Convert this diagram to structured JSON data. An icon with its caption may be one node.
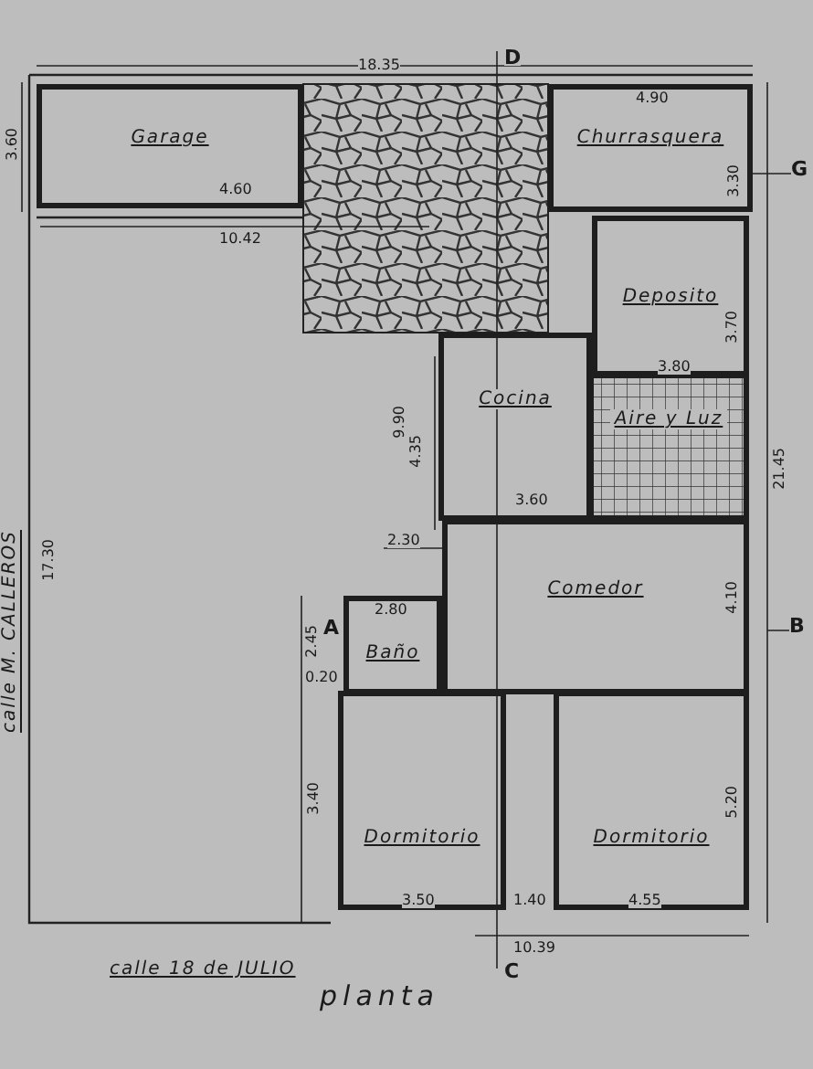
{
  "diagram": {
    "nodes": [
      {
        "text": [
          "Garage"
        ]
      },
      {
        "text": [
          "Churrasquera"
        ]
      },
      {
        "text": [
          "Deposito"
        ]
      },
      {
        "text": [
          "Cocina"
        ]
      },
      {
        "text": [
          "Aire y Luz"
        ]
      },
      {
        "text": [
          "Baño"
        ]
      },
      {
        "text": [
          "Comedor"
        ]
      },
      {
        "text": [
          "Dormitorio"
        ]
      },
      {
        "text": [
          "Dormitorio"
        ]
      }
    ],
    "labels": [
      "18.35",
      "D",
      "3.60",
      "4.60",
      "4.90",
      "G",
      "3.30",
      "10.42",
      "3.70",
      "3.80",
      "9.90",
      "4.35",
      "21.45",
      "calle M. CALLEROS",
      "17.30",
      "2.30",
      "3.60",
      "4.10",
      "2.80",
      "A",
      "2.45",
      "B",
      "0.20",
      "3.40",
      "5.20",
      "3.50",
      "1.40",
      "4.55",
      "10.39",
      "calle 18 de JULIO",
      "C",
      "planta"
    ]
  }
}
